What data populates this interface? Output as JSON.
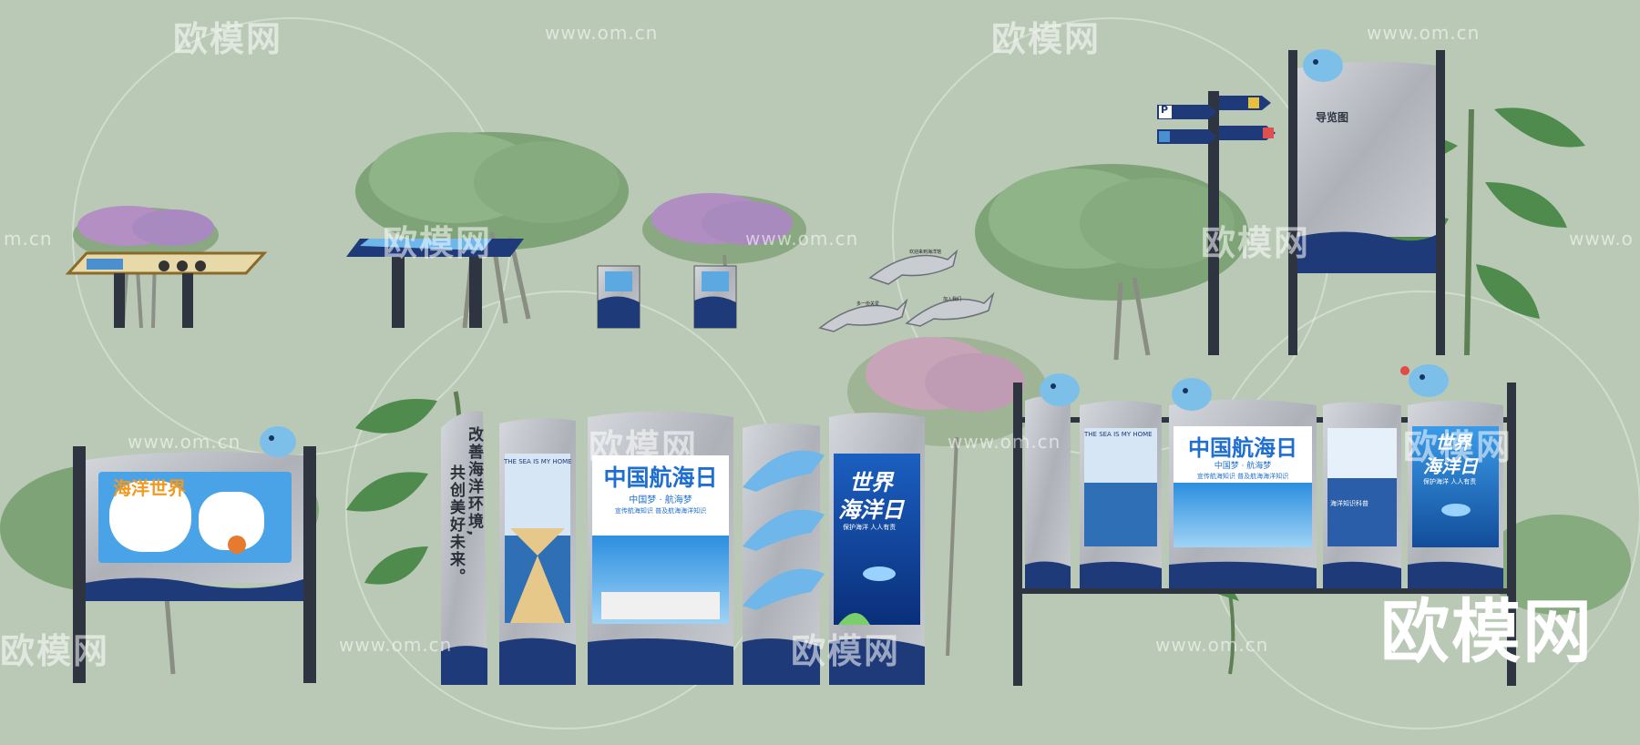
{
  "watermarks": {
    "brand": "欧模网",
    "url": "www.om.cn",
    "partial_left": "m.cn",
    "partial_right": "www.o",
    "big_brand": "欧模网"
  },
  "signage": {
    "slogan_line1": "改善海洋环境,",
    "slogan_line2": "共创美好未来。",
    "ocean_world_title": "海洋世界",
    "poster_home": "THE SEA IS MY HOME",
    "poster_navigation_title": "中国航海日",
    "poster_navigation_sub": "中国梦 · 航海梦",
    "poster_navigation_banner": "宣传航海知识 普及航海海洋知识",
    "poster_ocean_day_title_1": "世界",
    "poster_ocean_day_title_2": "海洋日",
    "poster_ocean_day_sub": "保护海洋  人人有责",
    "directory_title": "导览图",
    "parking": "P",
    "dolphin_sign_1": "欢迎来到海洋馆",
    "dolphin_sign_2": "多一份关爱",
    "dolphin_sign_3": "加入我们",
    "ocean_knowledge": "海洋知识科普"
  },
  "colors": {
    "background": "#b9c9b5",
    "navy": "#1f3a78",
    "steel": "#b9bcc2",
    "dolphin": "#7cc0ea",
    "post": "#2e3440",
    "title_blue": "#1e6fd0"
  }
}
